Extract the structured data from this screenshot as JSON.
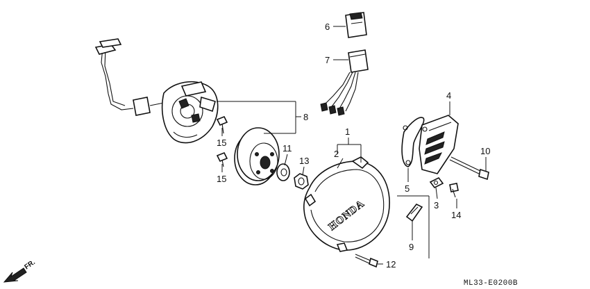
{
  "callouts": [
    {
      "id": "1",
      "text": "1"
    },
    {
      "id": "2",
      "text": "2"
    },
    {
      "id": "3",
      "text": "3"
    },
    {
      "id": "4",
      "text": "4"
    },
    {
      "id": "5",
      "text": "5"
    },
    {
      "id": "6",
      "text": "6"
    },
    {
      "id": "7",
      "text": "7"
    },
    {
      "id": "8",
      "text": "8"
    },
    {
      "id": "9",
      "text": "9"
    },
    {
      "id": "10",
      "text": "10"
    },
    {
      "id": "11",
      "text": "11"
    },
    {
      "id": "12",
      "text": "12"
    },
    {
      "id": "13",
      "text": "13"
    },
    {
      "id": "14",
      "text": "14"
    },
    {
      "id": "15a",
      "text": "15"
    },
    {
      "id": "15b",
      "text": "15"
    }
  ],
  "cover_emblem": "HONDA",
  "direction_label": "FR.",
  "diagram_code": "ML33-E0200B"
}
